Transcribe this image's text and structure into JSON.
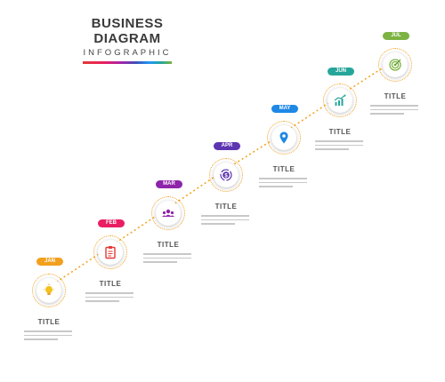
{
  "header": {
    "title": "BUSINESS DIAGRAM",
    "subtitle": "INFOGRAPHIC"
  },
  "steps": [
    {
      "month": "JAN",
      "title": "TITLE",
      "color": "#f2a01d",
      "icon": "lightbulb-icon"
    },
    {
      "month": "FEB",
      "title": "TITLE",
      "color": "#e91e63",
      "icon": "clipboard-icon"
    },
    {
      "month": "MAR",
      "title": "TITLE",
      "color": "#8e24aa",
      "icon": "team-icon"
    },
    {
      "month": "APR",
      "title": "TITLE",
      "color": "#5e35b1",
      "icon": "dollar-cycle-icon"
    },
    {
      "month": "MAY",
      "title": "TITLE",
      "color": "#1e88e5",
      "icon": "location-pin-icon"
    },
    {
      "month": "JUN",
      "title": "TITLE",
      "color": "#26a69a",
      "icon": "growth-chart-icon"
    },
    {
      "month": "JUL",
      "title": "TITLE",
      "color": "#7cb342",
      "icon": "target-icon"
    }
  ]
}
